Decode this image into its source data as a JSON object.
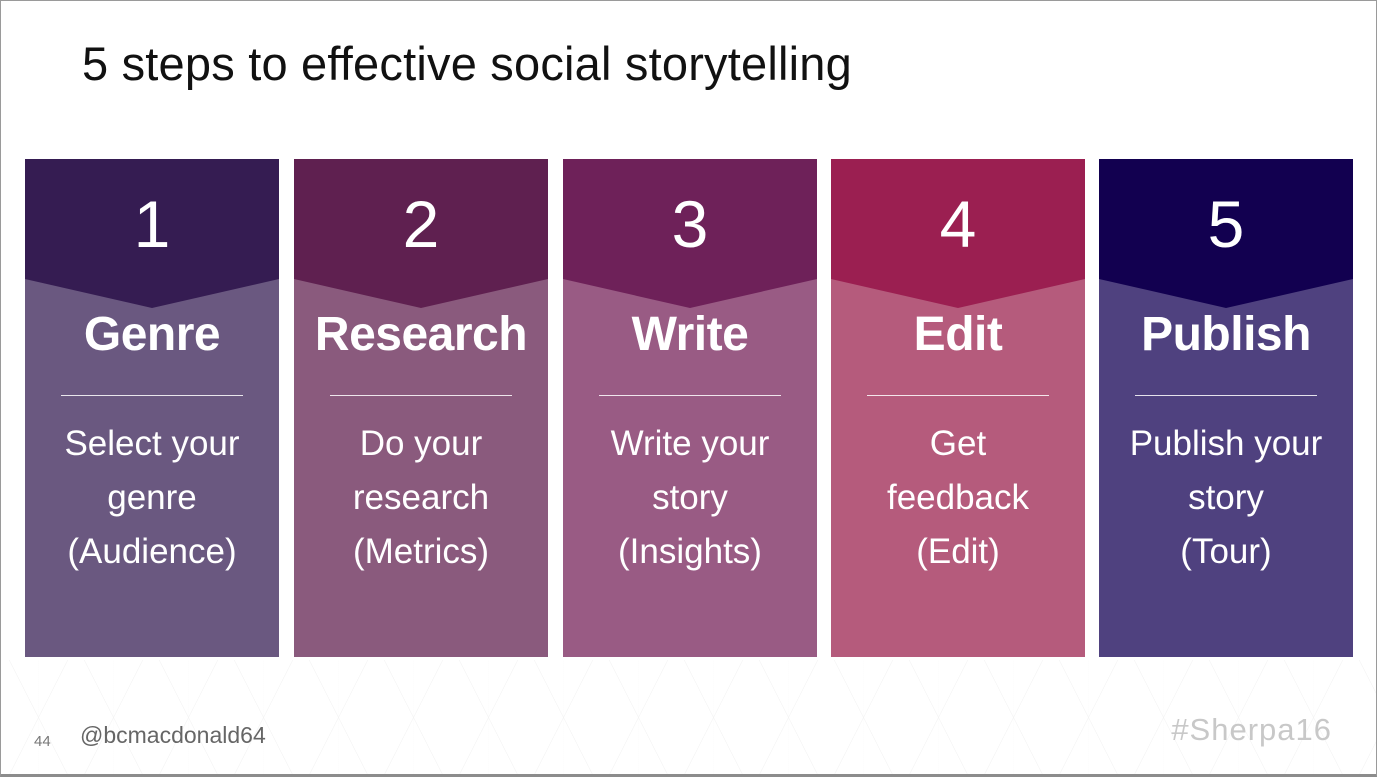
{
  "title": "5 steps to effective social storytelling",
  "steps": [
    {
      "number": "1",
      "heading": "Genre",
      "lines": [
        "Select your",
        "genre",
        "(Audience)"
      ],
      "dark": "#351c52",
      "light": "#6a5880"
    },
    {
      "number": "2",
      "heading": "Research",
      "lines": [
        "Do your",
        "research",
        "(Metrics)"
      ],
      "dark": "#5f2050",
      "light": "#8a5a7d"
    },
    {
      "number": "3",
      "heading": "Write",
      "lines": [
        "Write your",
        "story",
        "(Insights)"
      ],
      "dark": "#6e2159",
      "light": "#995b84"
    },
    {
      "number": "4",
      "heading": "Edit",
      "lines": [
        "Get",
        "feedback",
        "(Edit)"
      ],
      "dark": "#9b1f51",
      "light": "#b55b7c"
    },
    {
      "number": "5",
      "heading": "Publish",
      "lines": [
        "Publish your",
        "story",
        "(Tour)"
      ],
      "dark": "#120050",
      "light": "#4f417f"
    }
  ],
  "footer": {
    "page": "44",
    "handle": "@bcmacdonald64",
    "hashtag": "#Sherpa16"
  }
}
